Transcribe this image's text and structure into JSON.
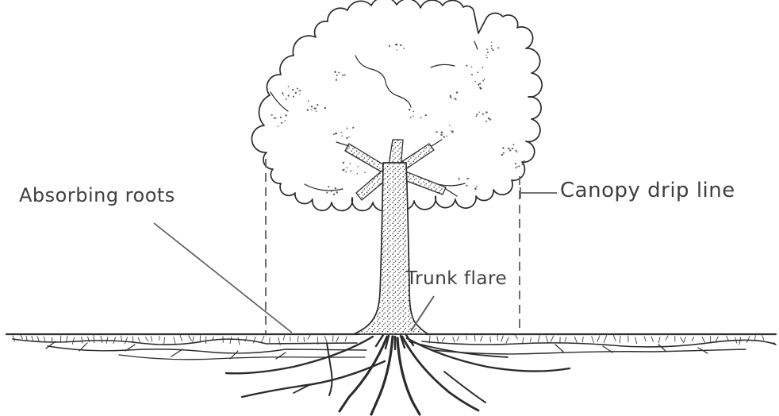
{
  "labels": {
    "absorbing_roots": "Absorbing roots",
    "canopy_drip_line": "Canopy drip line",
    "trunk_flare": "Trunk flare"
  },
  "colors": {
    "ink": "#2b2b2b",
    "annotation": "#5f5f5f",
    "text": "#404040",
    "background": "#ffffff"
  }
}
